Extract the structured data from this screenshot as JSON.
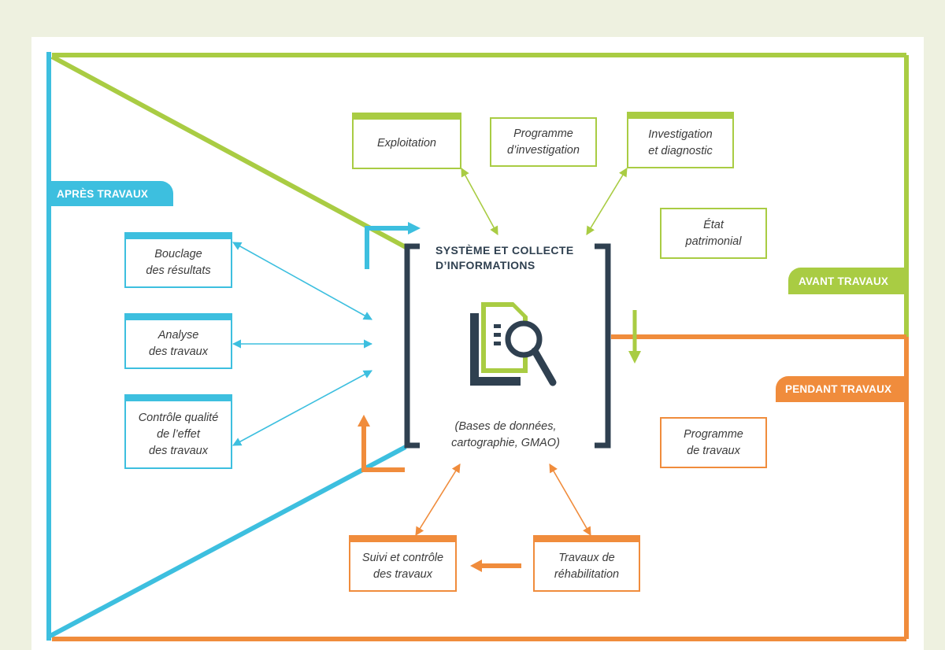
{
  "center": {
    "title": "SYSTÈME ET COLLECTE\nD’INFORMATIONS",
    "subtitle": "(Bases de données,\ncartographie, GMAO)",
    "icon": "document-search-icon"
  },
  "phases": {
    "apres": "APRÈS TRAVAUX",
    "avant": "AVANT TRAVAUX",
    "pendant": "PENDANT TRAVAUX"
  },
  "boxes": {
    "exploitation": "Exploitation",
    "programme_investigation": "Programme\nd’investigation",
    "investigation_diagnostic": "Investigation\net diagnostic",
    "etat_patrimonial": "État\npatrimonial",
    "bouclage": "Bouclage\ndes résultats",
    "analyse": "Analyse\ndes travaux",
    "controle": "Contrôle qualité\nde l’effet\ndes travaux",
    "programme_travaux": "Programme\nde travaux",
    "suivi": "Suivi et contrôle\ndes travaux",
    "rehabilitation": "Travaux de\nréhabilitation"
  },
  "colors": {
    "apres": "#3dbfdf",
    "avant": "#a9cc43",
    "pendant": "#f08c3c",
    "center": "#2f4050",
    "background": "#eef1e0"
  }
}
